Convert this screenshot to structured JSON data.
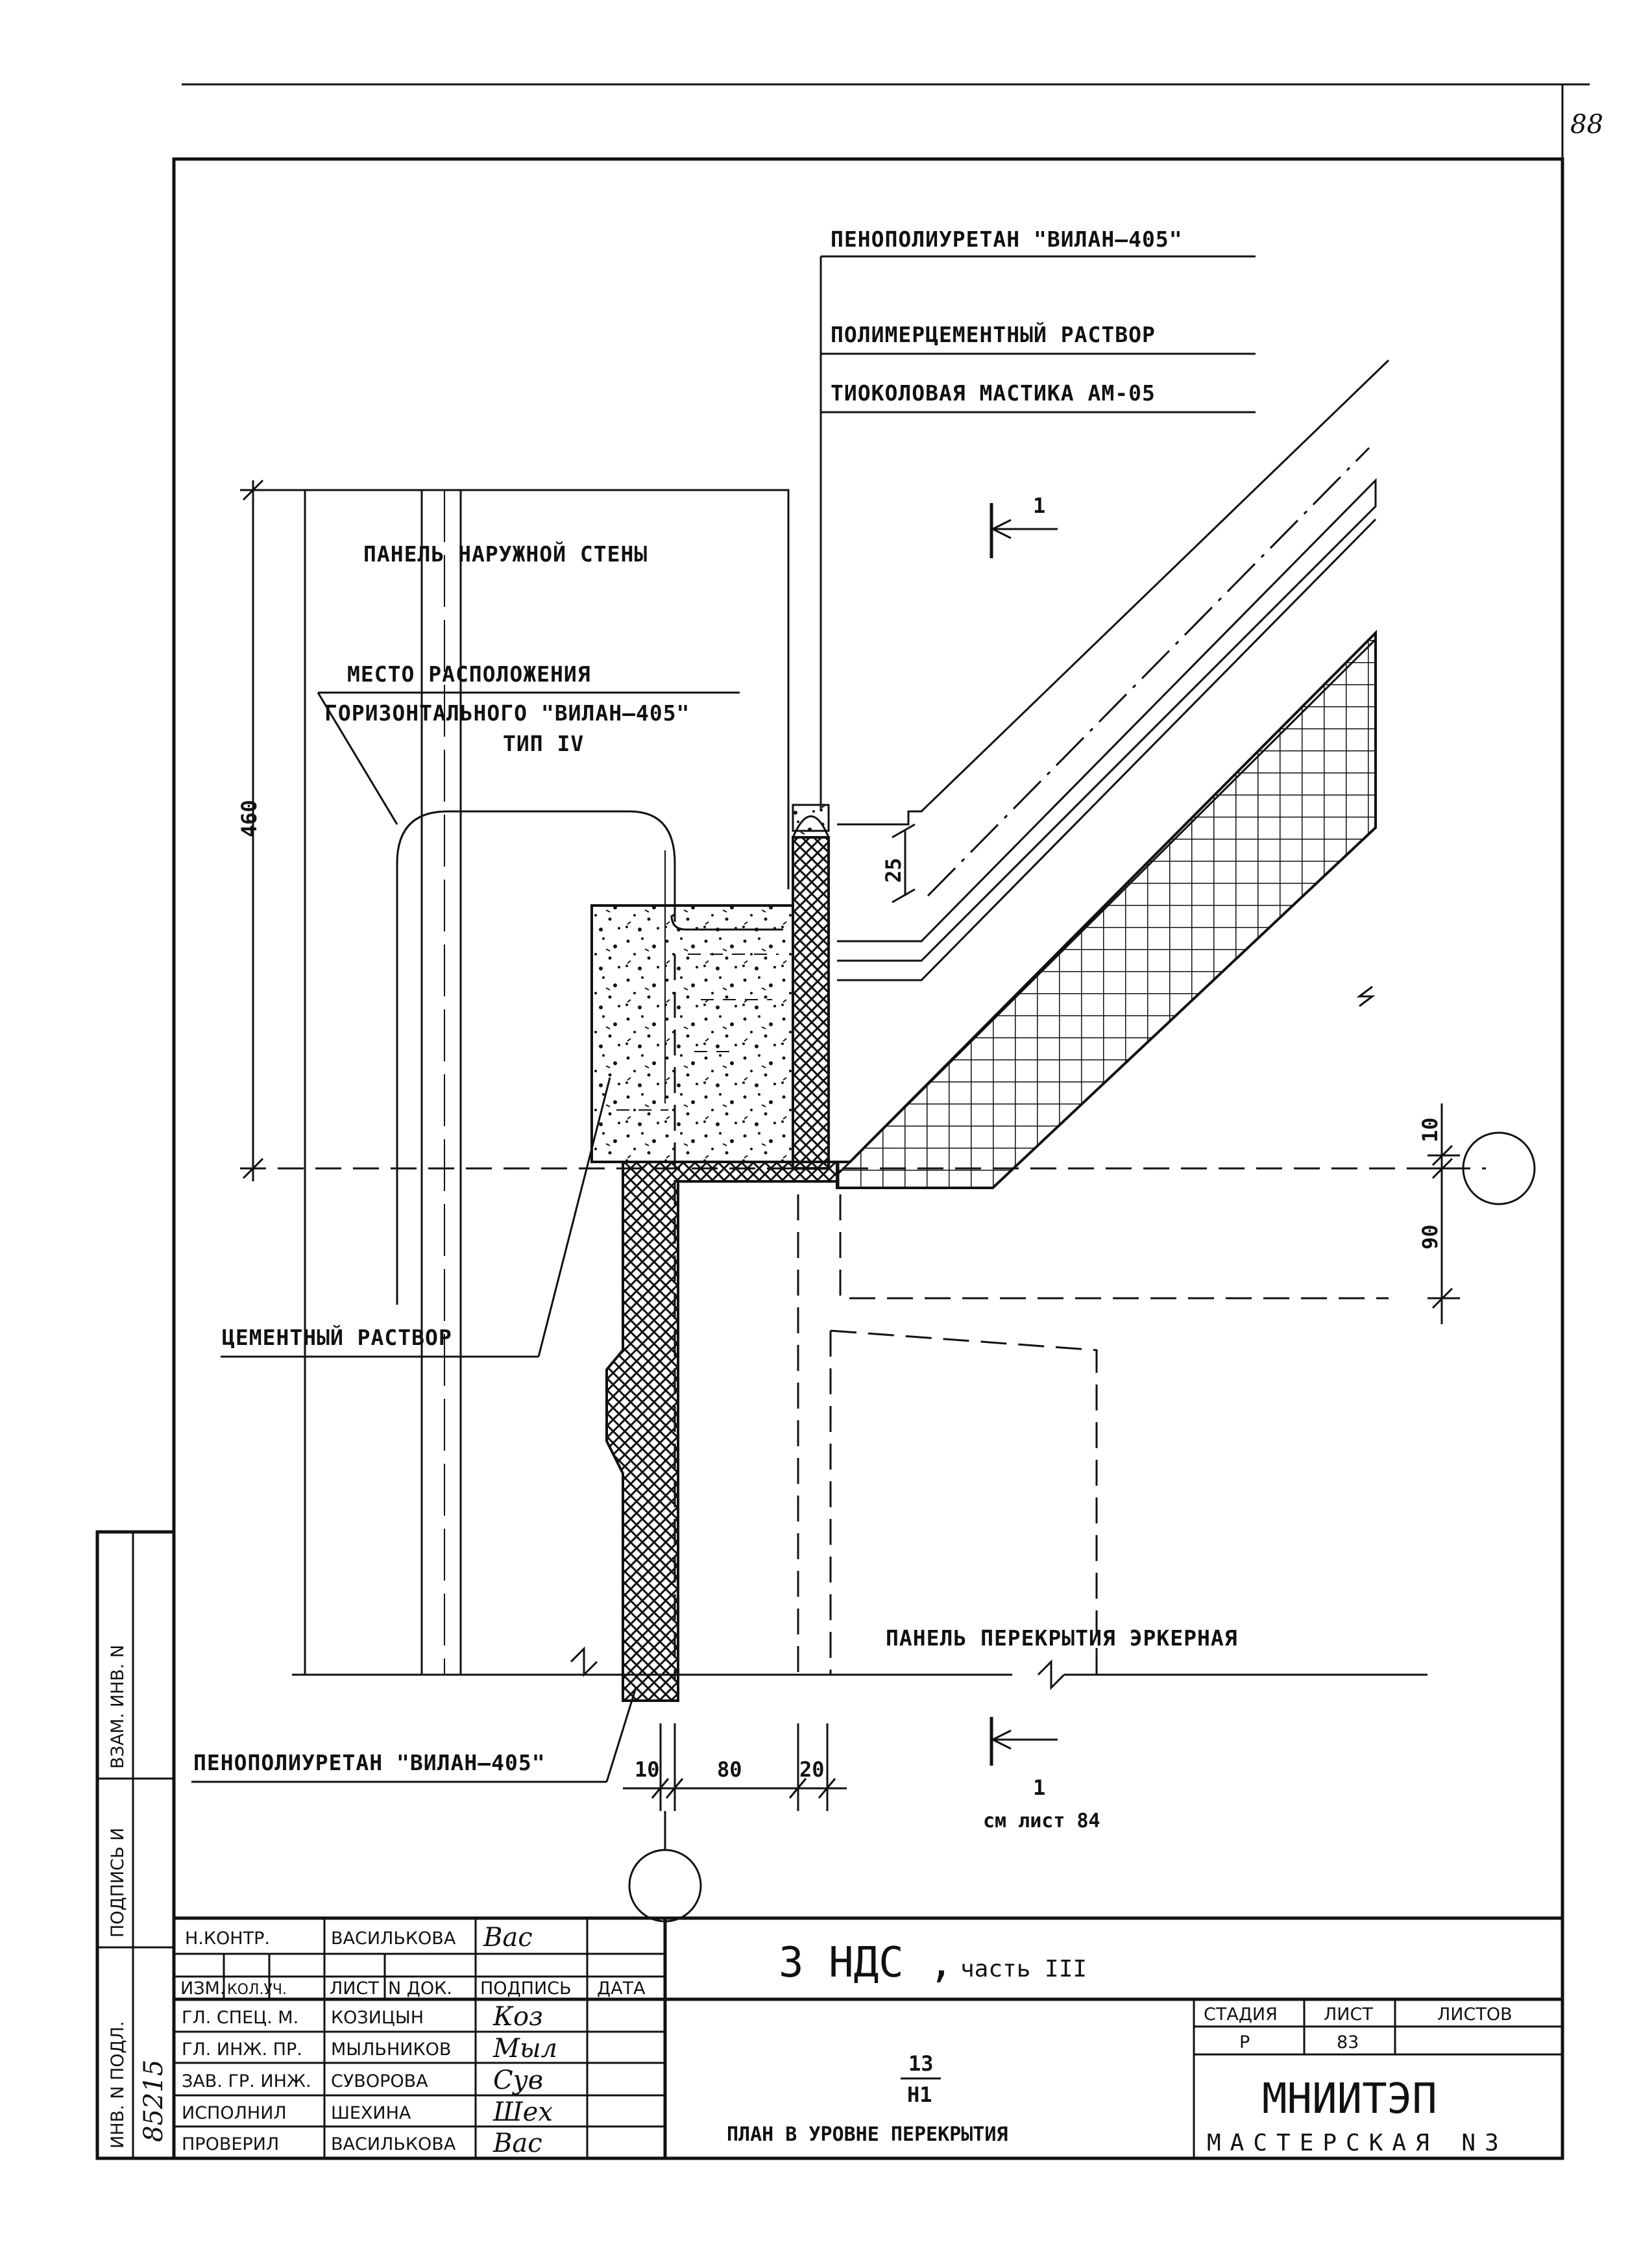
{
  "sheet_number": "88",
  "labels": {
    "foam_top": "ПЕНОПОЛИУРЕТАН \"ВИЛАН—405\"",
    "polymer_mortar": "ПОЛИМЕРЦЕМЕНТНЫЙ РАСТВОР",
    "thiokol": "ТИОКОЛОВАЯ МАСТИКА АМ-05",
    "outer_panel": "ПАНЕЛЬ НАРУЖНОЙ СТЕНЫ",
    "location_line1": "МЕСТО РАСПОЛОЖЕНИЯ",
    "location_line2": "ГОРИЗОНТАЛЬНОГО \"ВИЛАН—405\"",
    "location_line3": "ТИП IV",
    "cement_mortar": "ЦЕМЕНТНЫЙ РАСТВОР",
    "bay_panel": "ПАНЕЛЬ ПЕРЕКРЫТИЯ ЭРКЕРНАЯ",
    "foam_bottom": "ПЕНОПОЛИУРЕТАН \"ВИЛАН—405\"",
    "section_top": "1",
    "section_bottom": "1",
    "see_sheet": "см лист 84"
  },
  "dimensions": {
    "d460": "460",
    "d25": "25",
    "d10_right": "10",
    "d90": "90",
    "d10_bottom": "10",
    "d80": "80",
    "d20": "20"
  },
  "side_stamp": {
    "inv_vzam": "ВЗАМ. ИНВ. N",
    "podpis_data": "ПОДПИСЬ И",
    "inv_podl": "ИНВ. N ПОДЛ.",
    "inv_value": "85215"
  },
  "title_block": {
    "n_kontr_role": "Н.КОНТР.",
    "n_kontr_name": "ВАСИЛЬКОВА",
    "n_kontr_sign": "Вас",
    "headers": [
      "ИЗМ.",
      "КОЛ.УЧ.",
      "ЛИСТ",
      "N ДОК.",
      "ПОДПИСЬ",
      "ДАТА"
    ],
    "rows": [
      {
        "role": "ГЛ. СПЕЦ. М.",
        "name": "КОЗИЦЫН",
        "sign": "Коз"
      },
      {
        "role": "ГЛ. ИНЖ. ПР.",
        "name": "МЫЛЬНИКОВ",
        "sign": "Мыл"
      },
      {
        "role": "ЗАВ. ГР. ИНЖ.",
        "name": "СУВОРОВА",
        "sign": "Сув"
      },
      {
        "role": "ИСПОЛНИЛ",
        "name": "ШЕХИНА",
        "sign": "Шех"
      },
      {
        "role": "ПРОВЕРИЛ",
        "name": "ВАСИЛЬКОВА",
        "sign": "Вас"
      }
    ],
    "project_title": "3 НДС ,",
    "project_part": "часть III",
    "drawing_num_top": "13",
    "drawing_num_bottom": "Н1",
    "drawing_name": "ПЛАН В УРОВНЕ ПЕРЕКРЫТИЯ",
    "stage_header": "СТАДИЯ",
    "sheet_header": "ЛИСТ",
    "sheets_header": "ЛИСТОВ",
    "stage_value": "Р",
    "sheet_value": "83",
    "sheets_value": "",
    "org_name": "МНИИТЭП",
    "workshop": "МАСТЕРСКАЯ N3"
  }
}
